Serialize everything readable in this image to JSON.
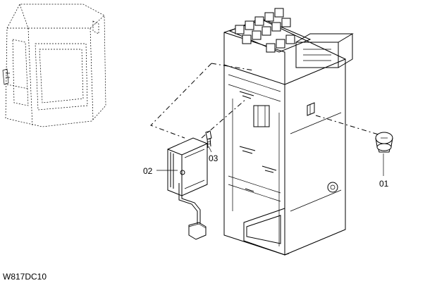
{
  "diagram": {
    "callouts": {
      "part_01": "01",
      "part_02": "02",
      "part_03": "03"
    },
    "drawing_code": "W817DC10"
  }
}
